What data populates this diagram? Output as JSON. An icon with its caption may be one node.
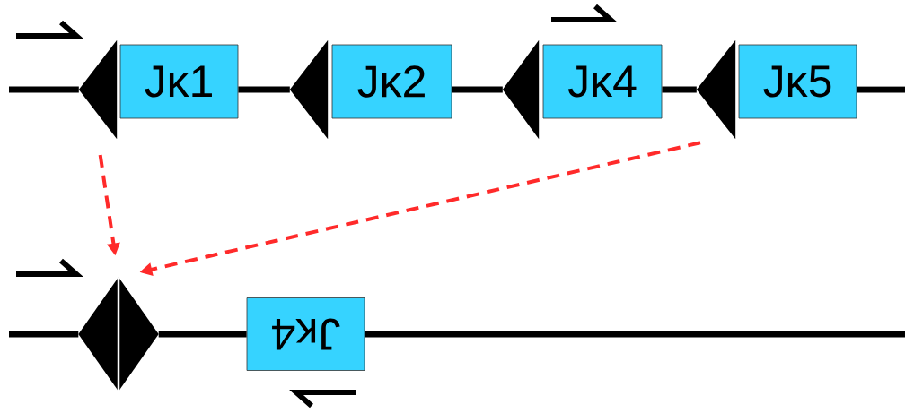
{
  "diagram": {
    "nodes": [
      {
        "text": [],
        "shape": "triangle"
      },
      {
        "text": [
          "Jκ1"
        ]
      },
      {
        "text": [],
        "shape": "triangle"
      },
      {
        "text": [
          "Jκ2"
        ]
      },
      {
        "text": [],
        "shape": "triangle"
      },
      {
        "text": [
          "Jκ4"
        ]
      },
      {
        "text": [],
        "shape": "triangle"
      },
      {
        "text": [
          "Jκ5"
        ]
      },
      {
        "text": [],
        "shape": "diamond"
      },
      {
        "text": [
          "Jκ4"
        ]
      }
    ],
    "edges": [
      {
        "from": null,
        "to": 0,
        "arrow": "none"
      },
      {
        "from": 1,
        "to": 2,
        "arrow": "none"
      },
      {
        "from": 3,
        "to": 4,
        "arrow": "none"
      },
      {
        "from": 5,
        "to": 6,
        "arrow": "none"
      },
      {
        "from": 7,
        "to": null,
        "arrow": "none"
      },
      {
        "from": null,
        "to": 8,
        "arrow": "none"
      },
      {
        "from": 8,
        "to": 9,
        "arrow": "none"
      },
      {
        "from": 9,
        "to": null,
        "arrow": "none"
      },
      {
        "from": 0,
        "to": 8,
        "arrow": "to",
        "style": "dashed",
        "color": "#ff2a2a"
      },
      {
        "from": 6,
        "to": 8,
        "arrow": "to",
        "style": "dashed",
        "color": "#ff2a2a"
      }
    ]
  }
}
